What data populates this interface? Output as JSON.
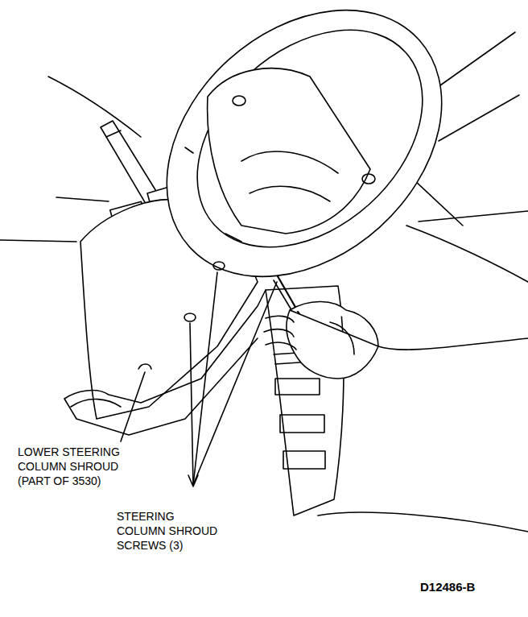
{
  "diagram": {
    "labels": [
      "LOWER STEERING COLUMN SHROUD (PART OF 3530)",
      "STEERING COLUMN SHROUD SCREWS (3)",
      "D12486-B"
    ]
  }
}
